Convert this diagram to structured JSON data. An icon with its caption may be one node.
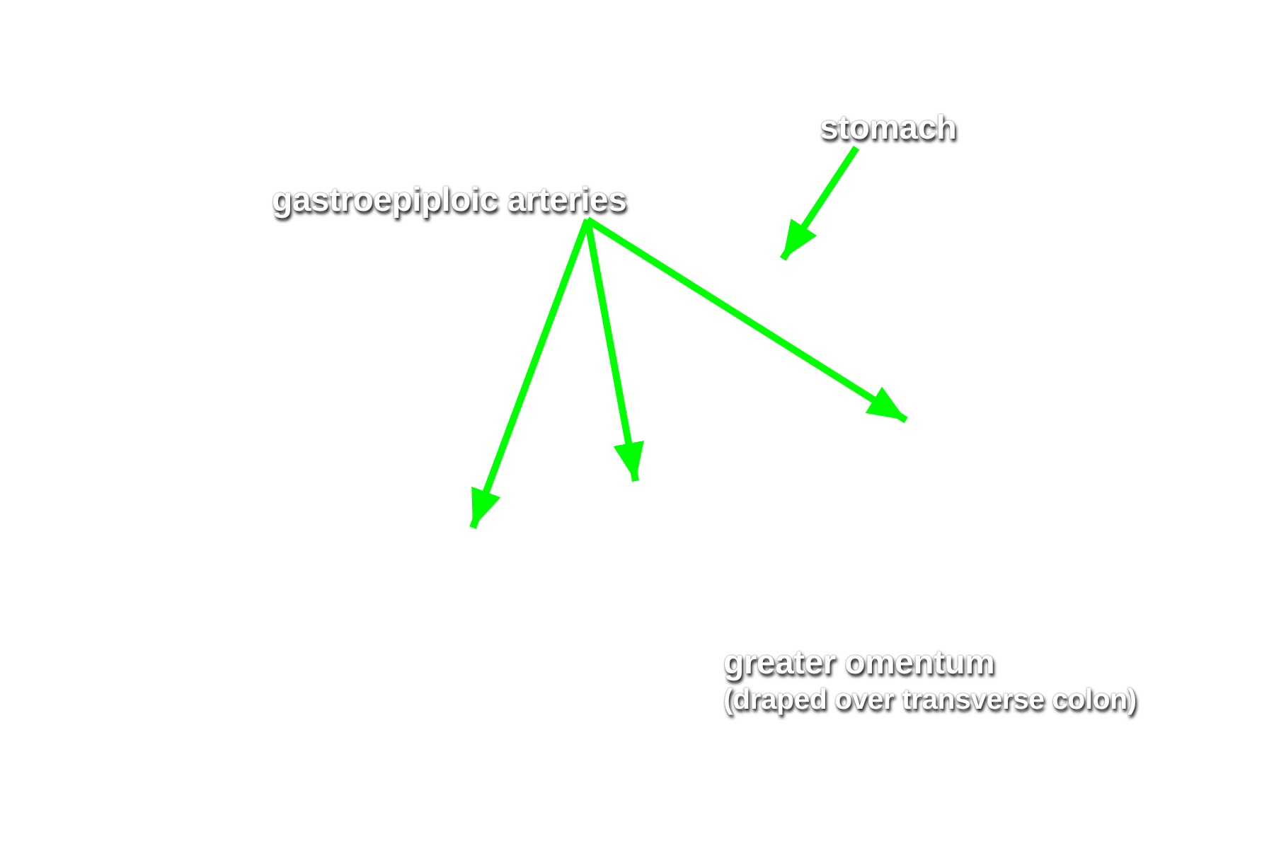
{
  "diagram": {
    "nodes": [
      {
        "text": [
          "stomach"
        ]
      },
      {
        "text": [
          "gastroepiploic arteries"
        ]
      }
    ],
    "edges": [
      {
        "from": 0,
        "to": null,
        "arrow": "to"
      },
      {
        "from": 1,
        "to": null,
        "arrow": "to"
      },
      {
        "from": 1,
        "to": null,
        "arrow": "to"
      },
      {
        "from": 1,
        "to": null,
        "arrow": "to"
      }
    ],
    "labels": [
      "greater omentum",
      "(draped over transverse colon)"
    ]
  }
}
